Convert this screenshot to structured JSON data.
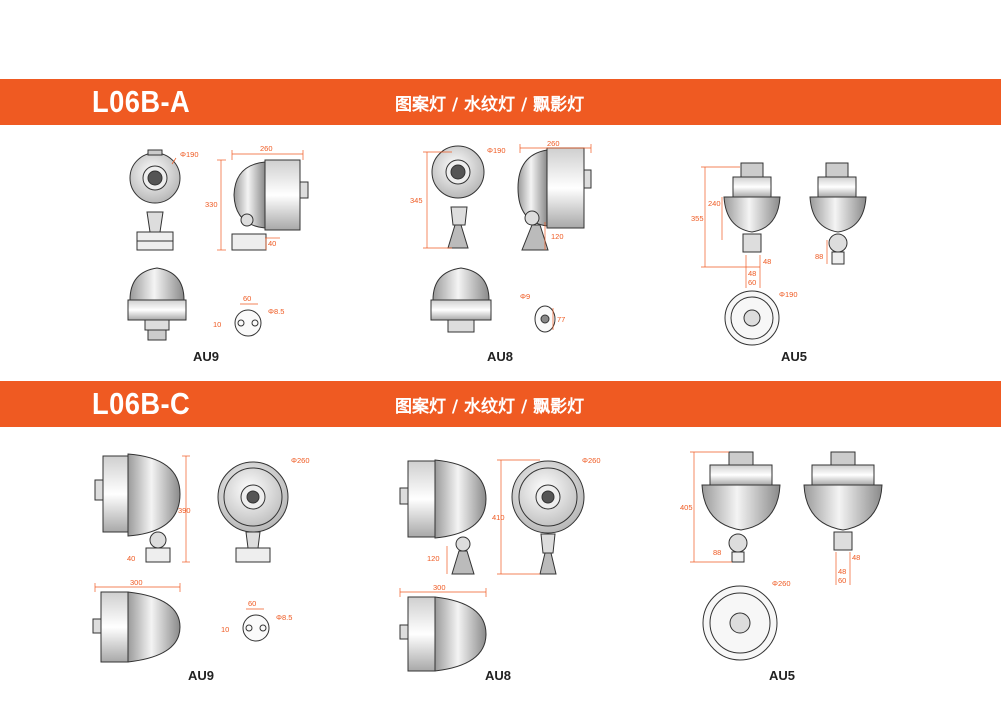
{
  "sections": [
    {
      "model": "L06B-A",
      "subtitle": "图案灯 / 水纹灯 / 飘影灯",
      "variants": [
        {
          "code": "AU9",
          "dims": [
            "Φ190",
            "260",
            "330",
            "40",
            "60",
            "Φ8.5",
            "10"
          ]
        },
        {
          "code": "AU8",
          "dims": [
            "Φ190",
            "260",
            "345",
            "120",
            "Φ9",
            "77"
          ]
        },
        {
          "code": "AU5",
          "dims": [
            "240",
            "355",
            "48",
            "60",
            "48",
            "88",
            "Φ190"
          ]
        }
      ]
    },
    {
      "model": "L06B-C",
      "subtitle": "图案灯 / 水纹灯 / 飘影灯",
      "variants": [
        {
          "code": "AU9",
          "dims": [
            "Φ260",
            "390",
            "40",
            "300",
            "60",
            "Φ8.5",
            "10"
          ]
        },
        {
          "code": "AU8",
          "dims": [
            "Φ260",
            "410",
            "120",
            "300"
          ]
        },
        {
          "code": "AU5",
          "dims": [
            "405",
            "88",
            "48",
            "48",
            "60",
            "Φ260"
          ]
        }
      ]
    }
  ],
  "colors": {
    "accent": "#ef5a22",
    "line": "#333333",
    "text": "#ffffff"
  }
}
